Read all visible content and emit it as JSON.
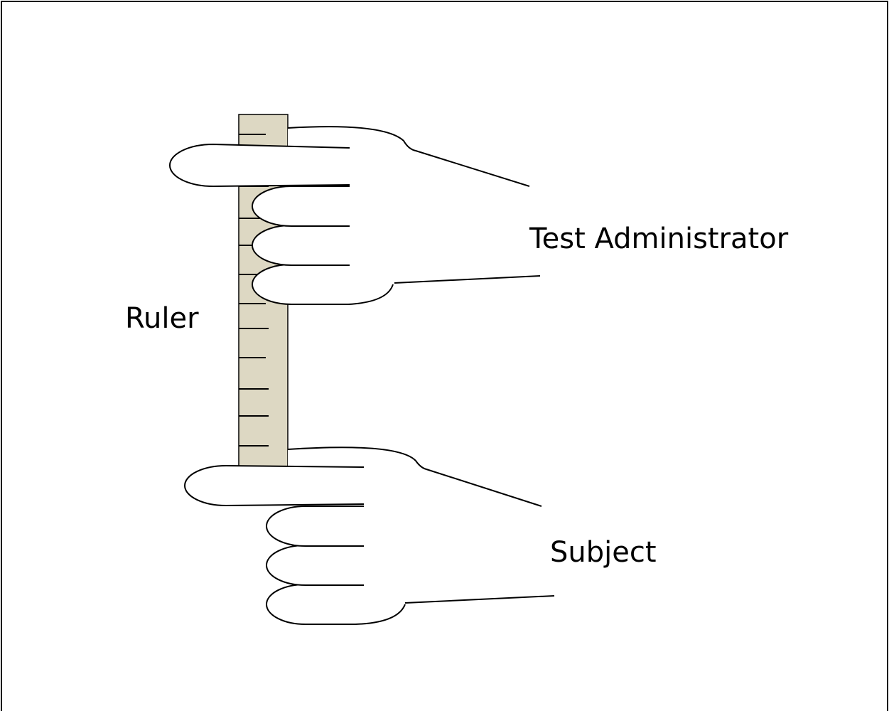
{
  "labels": {
    "ruler": "Ruler",
    "test_administrator": "Test Administrator",
    "subject": "Subject"
  },
  "colors": {
    "ruler_fill": "#ddd8c3",
    "stroke": "#000000",
    "background": "#ffffff"
  }
}
